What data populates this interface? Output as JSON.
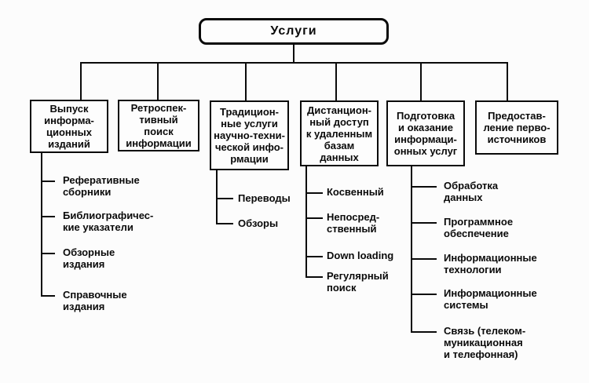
{
  "diagram": {
    "title": "Услуги",
    "root_label": "Услуги",
    "line_color": "#0a0a0a",
    "background": "#fcfcfc",
    "branches": [
      {
        "label": "Выпуск\nинформа-\nционных\nизданий",
        "children": [
          "Реферативные\nсборники",
          "Библиографичес-\nкие указатели",
          "Обзорные\nиздания",
          "Справочные\nиздания"
        ]
      },
      {
        "label": "Ретроспек-\nтивный\nпоиск\nинформации",
        "children": []
      },
      {
        "label": "Традицион-\nные услуги\nнаучно-техни-\nческой инфо-\nрмации",
        "children": [
          "Переводы",
          "Обзоры"
        ]
      },
      {
        "label": "Дистанцион-\nный доступ\nк удаленным\nбазам\nданных",
        "children": [
          "Косвенный",
          "Непосред-\nственный",
          "Down loading",
          "Регулярный\nпоиск"
        ]
      },
      {
        "label": "Подготовка\nи оказание\nинформаци-\nонных услуг",
        "children": [
          "Обработка\nданных",
          "Программное\nобеспечение",
          "Информационные\nтехнологии",
          "Информационные\nсистемы",
          "Связь (телеком-\nмуникационная\nи телефонная)"
        ]
      },
      {
        "label": "Предостав-\nление перво-\nисточников",
        "children": []
      }
    ]
  }
}
